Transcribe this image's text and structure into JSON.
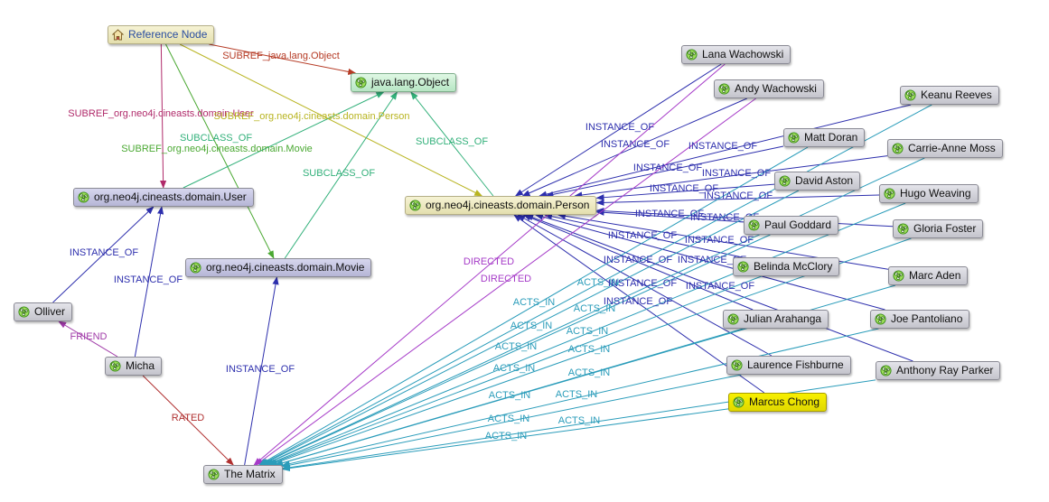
{
  "colors": {
    "subref_object": "#b53a24",
    "subref_user": "#b02a6a",
    "subref_person": "#b8b420",
    "subref_movie": "#4aa832",
    "subclass": "#32b07a",
    "instance_of": "#2d2fad",
    "directed": "#a63bc8",
    "acts_in": "#2a9cba",
    "friend": "#a03aa8",
    "rated": "#b03030"
  },
  "nodes": [
    {
      "id": "ref",
      "label": "Reference Node",
      "style": "yellow",
      "icon": "home-icon"
    },
    {
      "id": "obj",
      "label": "java.lang.Object",
      "style": "green",
      "icon": "node-icon"
    },
    {
      "id": "user",
      "label": "org.neo4j.cineasts.domain.User",
      "style": "class",
      "icon": "node-icon"
    },
    {
      "id": "person",
      "label": "org.neo4j.cineasts.domain.Person",
      "style": "yellow",
      "icon": "node-icon"
    },
    {
      "id": "movie",
      "label": "org.neo4j.cineasts.domain.Movie",
      "style": "class",
      "icon": "node-icon"
    },
    {
      "id": "olliver",
      "label": "Olliver",
      "style": "gray",
      "icon": "node-icon"
    },
    {
      "id": "micha",
      "label": "Micha",
      "style": "gray",
      "icon": "node-icon"
    },
    {
      "id": "matrix",
      "label": "The Matrix",
      "style": "gray",
      "icon": "node-icon"
    },
    {
      "id": "lana",
      "label": "Lana Wachowski",
      "style": "gray",
      "icon": "node-icon"
    },
    {
      "id": "andy",
      "label": "Andy Wachowski",
      "style": "gray",
      "icon": "node-icon"
    },
    {
      "id": "keanu",
      "label": "Keanu Reeves",
      "style": "gray",
      "icon": "node-icon"
    },
    {
      "id": "doran",
      "label": "Matt Doran",
      "style": "gray",
      "icon": "node-icon"
    },
    {
      "id": "carrie",
      "label": "Carrie-Anne Moss",
      "style": "gray",
      "icon": "node-icon"
    },
    {
      "id": "aston",
      "label": "David Aston",
      "style": "gray",
      "icon": "node-icon"
    },
    {
      "id": "hugo",
      "label": "Hugo Weaving",
      "style": "gray",
      "icon": "node-icon"
    },
    {
      "id": "goddard",
      "label": "Paul Goddard",
      "style": "gray",
      "icon": "node-icon"
    },
    {
      "id": "gloria",
      "label": "Gloria Foster",
      "style": "gray",
      "icon": "node-icon"
    },
    {
      "id": "belinda",
      "label": "Belinda McClory",
      "style": "gray",
      "icon": "node-icon"
    },
    {
      "id": "aden",
      "label": "Marc Aden",
      "style": "gray",
      "icon": "node-icon"
    },
    {
      "id": "julian",
      "label": "Julian Arahanga",
      "style": "gray",
      "icon": "node-icon"
    },
    {
      "id": "joe",
      "label": "Joe Pantoliano",
      "style": "gray",
      "icon": "node-icon"
    },
    {
      "id": "laurence",
      "label": "Laurence Fishburne",
      "style": "gray",
      "icon": "node-icon"
    },
    {
      "id": "anthony",
      "label": "Anthony Ray Parker",
      "style": "gray",
      "icon": "node-icon"
    },
    {
      "id": "marcus",
      "label": "Marcus Chong",
      "style": "highlight",
      "icon": "node-icon"
    }
  ],
  "edges": [
    {
      "from": "ref",
      "to": "obj",
      "label": "SUBREF_java.lang.Object",
      "type": "subref_object"
    },
    {
      "from": "ref",
      "to": "user",
      "label": "SUBREF_org.neo4j.cineasts.domain.User",
      "type": "subref_user"
    },
    {
      "from": "ref",
      "to": "person",
      "label": "SUBREF_org.neo4j.cineasts.domain.Person",
      "type": "subref_person"
    },
    {
      "from": "ref",
      "to": "movie",
      "label": "SUBREF_org.neo4j.cineasts.domain.Movie",
      "type": "subref_movie"
    },
    {
      "from": "user",
      "to": "obj",
      "label": "SUBCLASS_OF",
      "type": "subclass"
    },
    {
      "from": "movie",
      "to": "obj",
      "label": "SUBCLASS_OF",
      "type": "subclass"
    },
    {
      "from": "person",
      "to": "obj",
      "label": "SUBCLASS_OF",
      "type": "subclass"
    },
    {
      "from": "olliver",
      "to": "user",
      "label": "INSTANCE_OF",
      "type": "instance_of"
    },
    {
      "from": "micha",
      "to": "user",
      "label": "INSTANCE_OF",
      "type": "instance_of"
    },
    {
      "from": "micha",
      "to": "olliver",
      "label": "FRIEND",
      "type": "friend"
    },
    {
      "from": "micha",
      "to": "matrix",
      "label": "RATED",
      "type": "rated"
    },
    {
      "from": "matrix",
      "to": "movie",
      "label": "INSTANCE_OF",
      "type": "instance_of"
    },
    {
      "from": "lana",
      "to": "person",
      "label": "INSTANCE_OF",
      "type": "instance_of"
    },
    {
      "from": "andy",
      "to": "person",
      "label": "INSTANCE_OF",
      "type": "instance_of"
    },
    {
      "from": "keanu",
      "to": "person",
      "label": "INSTANCE_OF",
      "type": "instance_of"
    },
    {
      "from": "doran",
      "to": "person",
      "label": "INSTANCE_OF",
      "type": "instance_of"
    },
    {
      "from": "carrie",
      "to": "person",
      "label": "INSTANCE_OF",
      "type": "instance_of"
    },
    {
      "from": "aston",
      "to": "person",
      "label": "INSTANCE_OF",
      "type": "instance_of"
    },
    {
      "from": "hugo",
      "to": "person",
      "label": "INSTANCE_OF",
      "type": "instance_of"
    },
    {
      "from": "goddard",
      "to": "person",
      "label": "INSTANCE_OF",
      "type": "instance_of"
    },
    {
      "from": "gloria",
      "to": "person",
      "label": "INSTANCE_OF",
      "type": "instance_of"
    },
    {
      "from": "belinda",
      "to": "person",
      "label": "INSTANCE_OF",
      "type": "instance_of"
    },
    {
      "from": "aden",
      "to": "person",
      "label": "INSTANCE_OF",
      "type": "instance_of"
    },
    {
      "from": "julian",
      "to": "person",
      "label": "INSTANCE_OF",
      "type": "instance_of"
    },
    {
      "from": "joe",
      "to": "person",
      "label": "INSTANCE_OF",
      "type": "instance_of"
    },
    {
      "from": "laurence",
      "to": "person",
      "label": "INSTANCE_OF",
      "type": "instance_of"
    },
    {
      "from": "anthony",
      "to": "person",
      "label": "INSTANCE_OF",
      "type": "instance_of"
    },
    {
      "from": "marcus",
      "to": "person",
      "label": "INSTANCE_OF",
      "type": "instance_of"
    },
    {
      "from": "lana",
      "to": "matrix",
      "label": "DIRECTED",
      "type": "directed"
    },
    {
      "from": "andy",
      "to": "matrix",
      "label": "DIRECTED",
      "type": "directed"
    },
    {
      "from": "keanu",
      "to": "matrix",
      "label": "ACTS_IN",
      "type": "acts_in"
    },
    {
      "from": "doran",
      "to": "matrix",
      "label": "ACTS_IN",
      "type": "acts_in"
    },
    {
      "from": "carrie",
      "to": "matrix",
      "label": "ACTS_IN",
      "type": "acts_in"
    },
    {
      "from": "aston",
      "to": "matrix",
      "label": "ACTS_IN",
      "type": "acts_in"
    },
    {
      "from": "hugo",
      "to": "matrix",
      "label": "ACTS_IN",
      "type": "acts_in"
    },
    {
      "from": "goddard",
      "to": "matrix",
      "label": "ACTS_IN",
      "type": "acts_in"
    },
    {
      "from": "gloria",
      "to": "matrix",
      "label": "ACTS_IN",
      "type": "acts_in"
    },
    {
      "from": "belinda",
      "to": "matrix",
      "label": "ACTS_IN",
      "type": "acts_in"
    },
    {
      "from": "aden",
      "to": "matrix",
      "label": "ACTS_IN",
      "type": "acts_in"
    },
    {
      "from": "julian",
      "to": "matrix",
      "label": "ACTS_IN",
      "type": "acts_in"
    },
    {
      "from": "joe",
      "to": "matrix",
      "label": "ACTS_IN",
      "type": "acts_in"
    },
    {
      "from": "laurence",
      "to": "matrix",
      "label": "ACTS_IN",
      "type": "acts_in"
    },
    {
      "from": "anthony",
      "to": "matrix",
      "label": "ACTS_IN",
      "type": "acts_in"
    },
    {
      "from": "marcus",
      "to": "matrix",
      "label": "ACTS_IN",
      "type": "acts_in"
    }
  ]
}
